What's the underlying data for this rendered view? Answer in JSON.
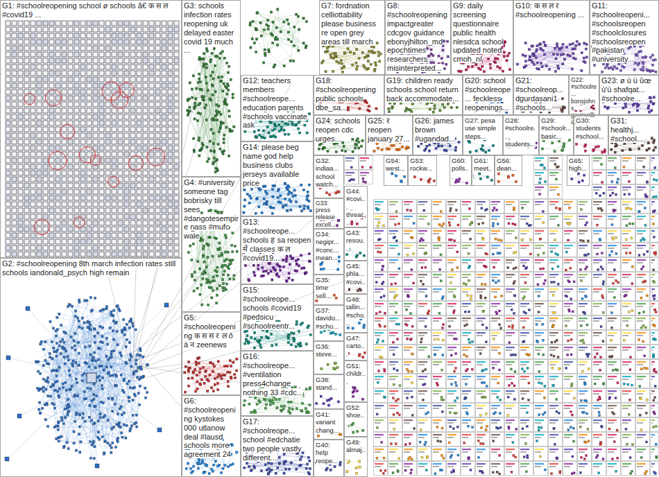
{
  "diagram": {
    "nodes": [
      {
        "text": [
          "G1: #schoolreopening school ø schools ã€ क स ल #covid19 ..."
        ]
      },
      {
        "text": [
          "G3: schools infection rates reopening uk delayed easter covid 19 much ..."
        ]
      },
      {
        "text": [
          "G7: fordnation celliottability please business re open grey areas till march"
        ]
      },
      {
        "text": [
          "G8: #schoolreopening impactgreater cdcgov guidance ebonyjhilton_md epochtimes researchers misinterpreted..."
        ]
      },
      {
        "text": [
          "G9: daily screening questionnaire public health nlesdca school updated noted cmoh_nl"
        ]
      },
      {
        "text": [
          "G10: क स ल र #schoolreopening ..."
        ]
      },
      {
        "text": [
          "G11: #schoolreopeni... #schoolsreopen #schoolclosures #schoolsreopen #pakistan #university..."
        ]
      },
      {
        "text": [
          "G12: teachers members #schoolreope... education parents #schools vaccinate ask"
        ]
      },
      {
        "text": [
          "G18: #schoolreopening public schools dbe_sa..."
        ]
      },
      {
        "text": [
          "G19: children ready schools school return back accommodate..."
        ]
      },
      {
        "text": [
          "G20: school #schoolreope... feckless reopenings..."
        ]
      },
      {
        "text": [
          "G21: #schoolreop... dgurdasani1 #schools..."
        ]
      },
      {
        "text": [
          "G22: #schoolre... bonsjohns gavinwillia..."
        ]
      },
      {
        "text": [
          "G23: ø ù ü ûœ ù'ù shafqat... #schoolre..."
        ]
      },
      {
        "text": [
          "G14: please beg name god help business clubs jerseys available price"
        ]
      },
      {
        "text": [
          "G24: schools reopen cdc urges..."
        ]
      },
      {
        "text": [
          "G25: र reopen january 27..."
        ]
      },
      {
        "text": [
          "G26: james brown #ugandad..."
        ]
      },
      {
        "text": [
          "G27: pesa use simple steps..."
        ]
      },
      {
        "text": [
          "G28: #schoolre... students..."
        ]
      },
      {
        "text": [
          "G29: #schoolr... basic..."
        ]
      },
      {
        "text": [
          "G30: students #school..."
        ]
      },
      {
        "text": [
          "G31: healthj... #school..."
        ]
      },
      {
        "text": [
          "G4: #university someone tag bobrisky till sees #dangotesempire nass #mufc wale"
        ]
      },
      {
        "text": [
          "G2: #schoolreopening 8th march infection rates still schools iandonald_psych high remain"
        ]
      },
      {
        "text": [
          "G5: #schoolreopening क स स र ल ð ä न zeenews"
        ]
      },
      {
        "text": [
          "G6: #schoolreopening kystokes 000 utlanow deal #lausd schools more agreement 24"
        ]
      },
      {
        "text": [
          "G13: #schoolreope... schools ह sa reopen में classes क ल #covid19..."
        ]
      },
      {
        "text": [
          "G15: #schoolreope... schools #covid19 #pedsicu #schoolreentr..."
        ]
      },
      {
        "text": [
          "G16: #schoolreope... #ventilation press4change nothing 33 #cdc..."
        ]
      },
      {
        "text": [
          "G17: #schoolreope... school #edchatie two people vastly different..."
        ]
      },
      {
        "text": [
          "G32: indiaa... school watch..."
        ]
      },
      {
        "text": [
          "G33: press release excell..."
        ]
      },
      {
        "text": [
          "G34: negipr... #conc... mean..."
        ]
      },
      {
        "text": [
          "G35: time sell..."
        ]
      },
      {
        "text": [
          "G37: davido... #scho..."
        ]
      },
      {
        "text": [
          "G36: steve..."
        ]
      },
      {
        "text": [
          "G38: stand..."
        ]
      },
      {
        "text": [
          "G41: variant chang..."
        ]
      },
      {
        "text": [
          "G40: help reope..."
        ]
      },
      {
        "text": [
          "G44: #covi... threat..."
        ]
      },
      {
        "text": [
          "G43: resou..."
        ]
      },
      {
        "text": [
          "G45: phla... #covi..."
        ]
      },
      {
        "text": [
          "G48: tallin... #scho..."
        ]
      },
      {
        "text": [
          "G47: carto..."
        ]
      },
      {
        "text": [
          "G51: childr..."
        ]
      },
      {
        "text": [
          "G52: shoe..."
        ]
      },
      {
        "text": [
          "G49: almaj..."
        ]
      },
      {
        "text": [
          "G54: west..."
        ]
      },
      {
        "text": [
          "G53: rockw..."
        ]
      },
      {
        "text": [
          "G60: polls..."
        ]
      },
      {
        "text": [
          "G61: meet..."
        ]
      },
      {
        "text": [
          "G56: dean..."
        ]
      },
      {
        "text": [
          "G65: high..."
        ]
      }
    ]
  }
}
